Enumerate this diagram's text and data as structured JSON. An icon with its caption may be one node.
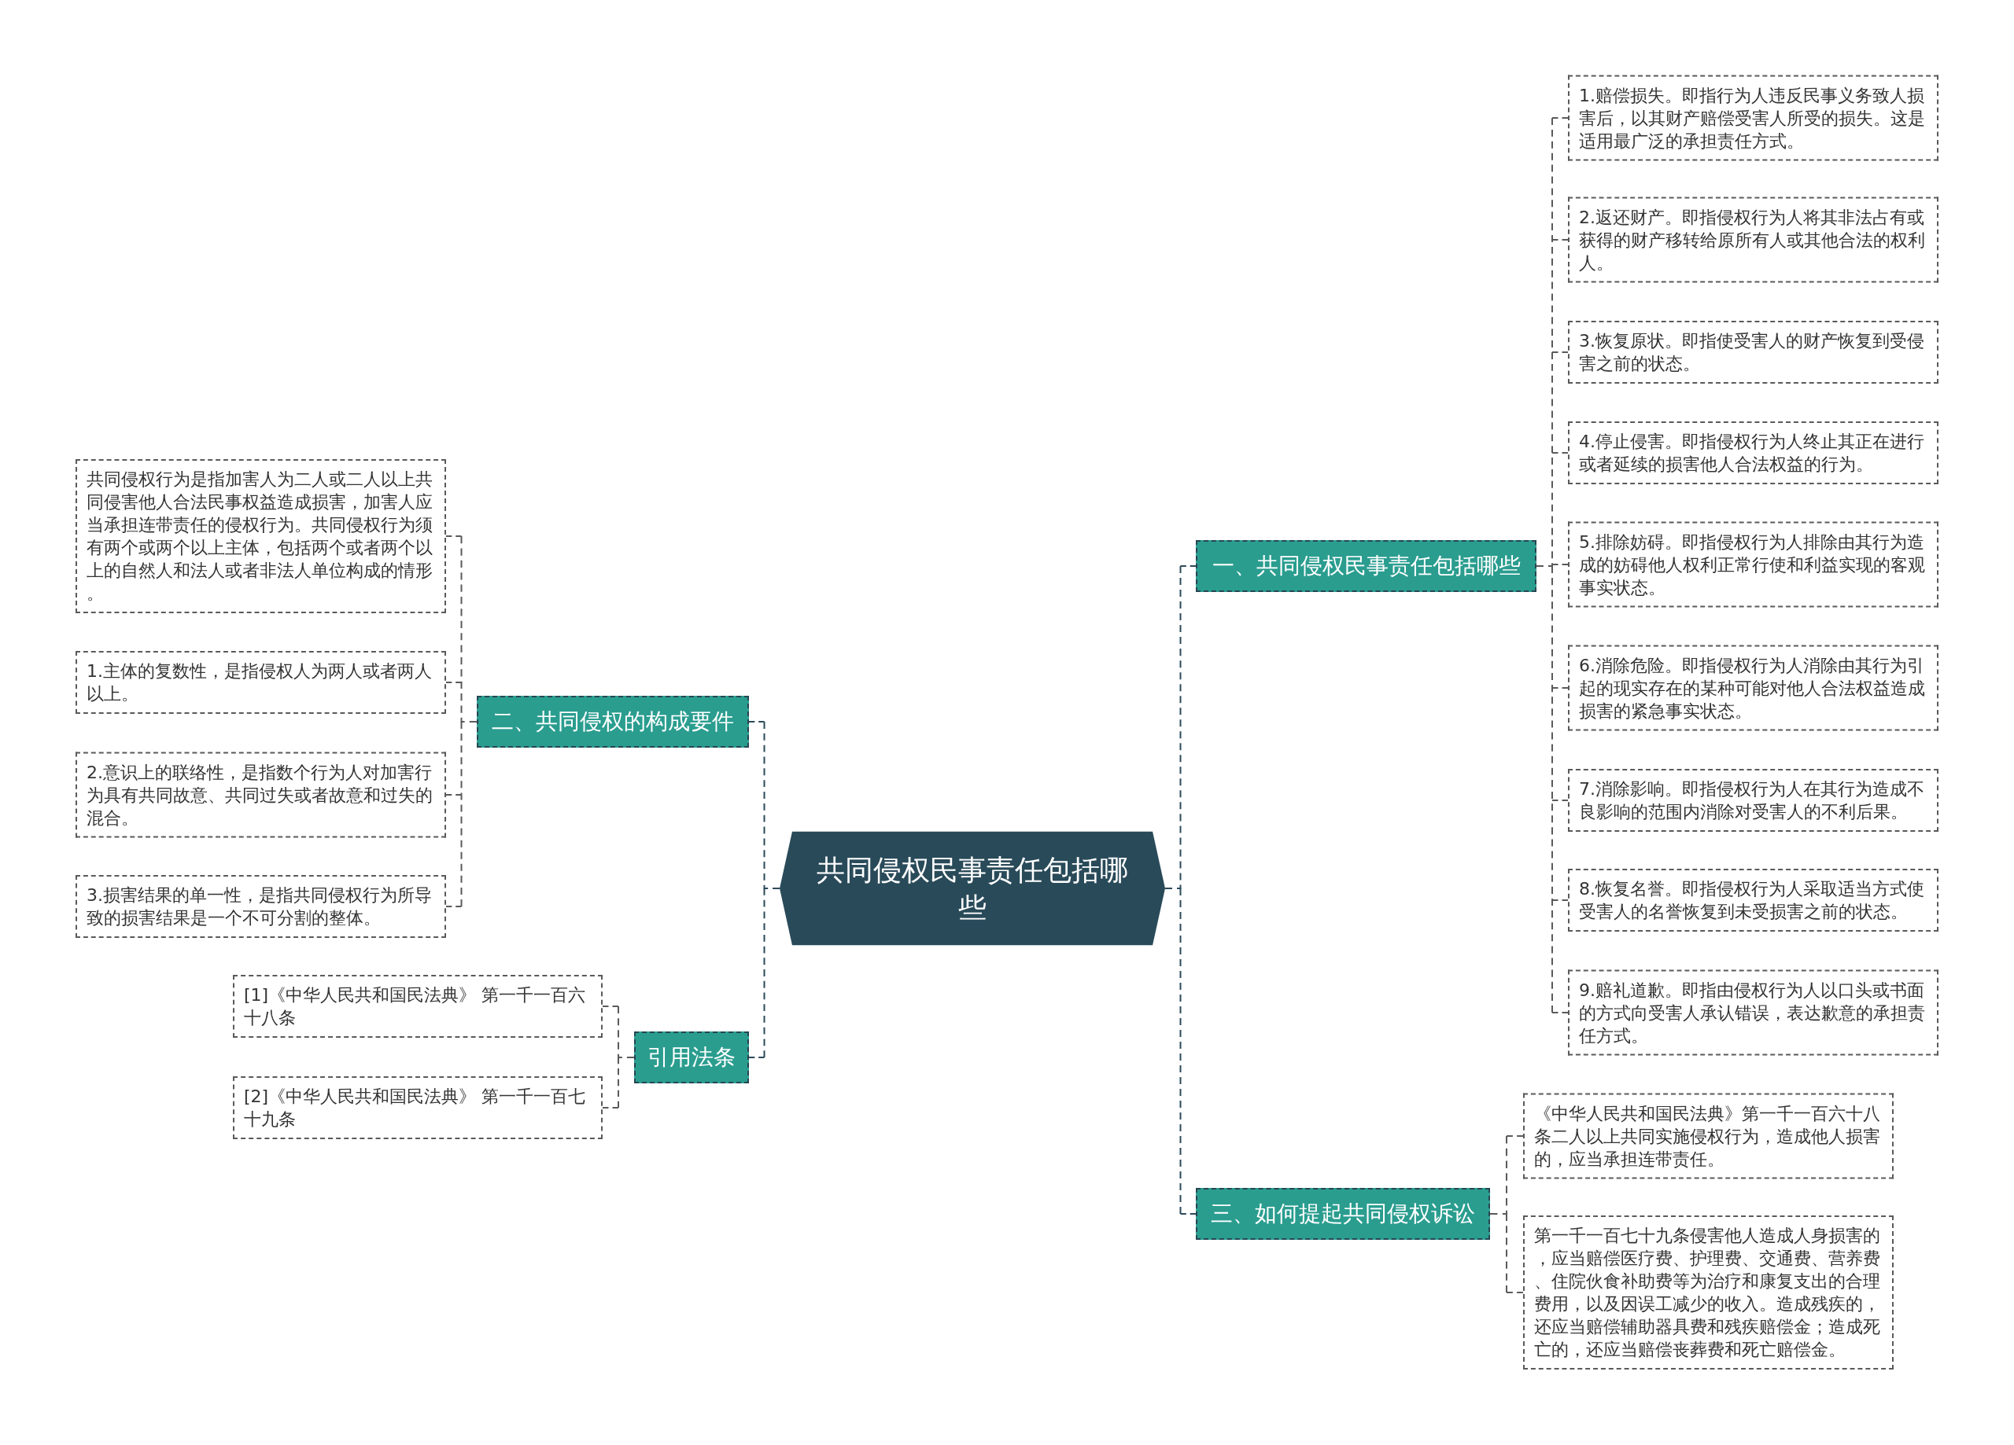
{
  "diagram": {
    "nodes": [
      {
        "text": [
          "共同侵权民事责任包括哪些"
        ]
      },
      {
        "text": [
          "一、共同侵权民事责任包括哪些"
        ]
      },
      {
        "text": [
          "1.赔偿损失。即指行为人违反民事义务致人损害后，以其财产赔偿受害人所受的损失。这是适用最广泛的承担责任方式。"
        ]
      },
      {
        "text": [
          "2.返还财产。即指侵权行为人将其非法占有或获得的财产移转给原所有人或其他合法的权利人。"
        ]
      },
      {
        "text": [
          "3.恢复原状。即指使受害人的财产恢复到受侵害之前的状态。"
        ]
      },
      {
        "text": [
          "4.停止侵害。即指侵权行为人终止其正在进行或者延续的损害他人合法权益的行为。"
        ]
      },
      {
        "text": [
          "5.排除妨碍。即指侵权行为人排除由其行为造成的妨碍他人权利正常行使和利益实现的客观事实状态。"
        ]
      },
      {
        "text": [
          "6.消除危险。即指侵权行为人消除由其行为引起的现实存在的某种可能对他人合法权益造成损害的紧急事实状态。"
        ]
      },
      {
        "text": [
          "7.消除影响。即指侵权行为人在其行为造成不良影响的范围内消除对受害人的不利后果。"
        ]
      },
      {
        "text": [
          "8.恢复名誉。即指侵权行为人采取适当方式使受害人的名誉恢复到未受损害之前的状态。"
        ]
      },
      {
        "text": [
          "9.赔礼道歉。即指由侵权行为人以口头或书面的方式向受害人承认错误，表达歉意的承担责任方式。"
        ]
      },
      {
        "text": [
          "二、共同侵权的构成要件"
        ]
      },
      {
        "text": [
          "共同侵权行为是指加害人为二人或二人以上共同侵害他人合法民事权益造成损害，加害人应当承担连带责任的侵权行为。共同侵权行为须有两个或两个以上主体，包括两个或者两个以上的自然人和法人或者非法人单位构成的情形。"
        ]
      },
      {
        "text": [
          "1.主体的复数性，是指侵权人为两人或者两人以上。"
        ]
      },
      {
        "text": [
          "2.意识上的联络性，是指数个行为人对加害行为具有共同故意、共同过失或者故意和过失的混合。"
        ]
      },
      {
        "text": [
          "3.损害结果的单一性，是指共同侵权行为所导致的损害结果是一个不可分割的整体。"
        ]
      },
      {
        "text": [
          "引用法条"
        ]
      },
      {
        "text": [
          "[1]《中华人民共和国民法典》 第一千一百六十八条"
        ]
      },
      {
        "text": [
          "[2]《中华人民共和国民法典》 第一千一百七十九条"
        ]
      },
      {
        "text": [
          "三、如何提起共同侵权诉讼"
        ]
      },
      {
        "text": [
          "《中华人民共和国民法典》第一千一百六十八条二人以上共同实施侵权行为，造成他人损害的，应当承担连带责任。"
        ]
      },
      {
        "text": [
          "第一千一百七十九条侵害他人造成人身损害的，应当赔偿医疗费、护理费、交通费、营养费、住院伙食补助费等为治疗和康复支出的合理费用，以及因误工减少的收入。造成残疾的，还应当赔偿辅助器具费和残疾赔偿金；造成死亡的，还应当赔偿丧葬费和死亡赔偿金。"
        ]
      }
    ],
    "edges": [
      {
        "from": 0,
        "to": 1,
        "arrow": "none",
        "style": "dashed",
        "color": "#2b4a5a"
      },
      {
        "from": 0,
        "to": 11,
        "arrow": "none",
        "style": "dashed",
        "color": "#2b4a5a"
      },
      {
        "from": 0,
        "to": 16,
        "arrow": "none",
        "style": "dashed",
        "color": "#2b4a5a"
      },
      {
        "from": 0,
        "to": 19,
        "arrow": "none",
        "style": "dashed",
        "color": "#2b4a5a"
      },
      {
        "from": 1,
        "to": 2,
        "arrow": "none",
        "style": "dashed"
      },
      {
        "from": 1,
        "to": 3,
        "arrow": "none",
        "style": "dashed"
      },
      {
        "from": 1,
        "to": 4,
        "arrow": "none",
        "style": "dashed"
      },
      {
        "from": 1,
        "to": 5,
        "arrow": "none",
        "style": "dashed"
      },
      {
        "from": 1,
        "to": 6,
        "arrow": "none",
        "style": "dashed"
      },
      {
        "from": 1,
        "to": 7,
        "arrow": "none",
        "style": "dashed"
      },
      {
        "from": 1,
        "to": 8,
        "arrow": "none",
        "style": "dashed"
      },
      {
        "from": 1,
        "to": 9,
        "arrow": "none",
        "style": "dashed"
      },
      {
        "from": 1,
        "to": 10,
        "arrow": "none",
        "style": "dashed"
      },
      {
        "from": 11,
        "to": 12,
        "arrow": "none",
        "style": "dashed"
      },
      {
        "from": 11,
        "to": 13,
        "arrow": "none",
        "style": "dashed"
      },
      {
        "from": 11,
        "to": 14,
        "arrow": "none",
        "style": "dashed"
      },
      {
        "from": 11,
        "to": 15,
        "arrow": "none",
        "style": "dashed"
      },
      {
        "from": 16,
        "to": 17,
        "arrow": "none",
        "style": "dashed"
      },
      {
        "from": 16,
        "to": 18,
        "arrow": "none",
        "style": "dashed"
      },
      {
        "from": 19,
        "to": 20,
        "arrow": "none",
        "style": "dashed"
      },
      {
        "from": 19,
        "to": 21,
        "arrow": "none",
        "style": "dashed"
      }
    ]
  }
}
